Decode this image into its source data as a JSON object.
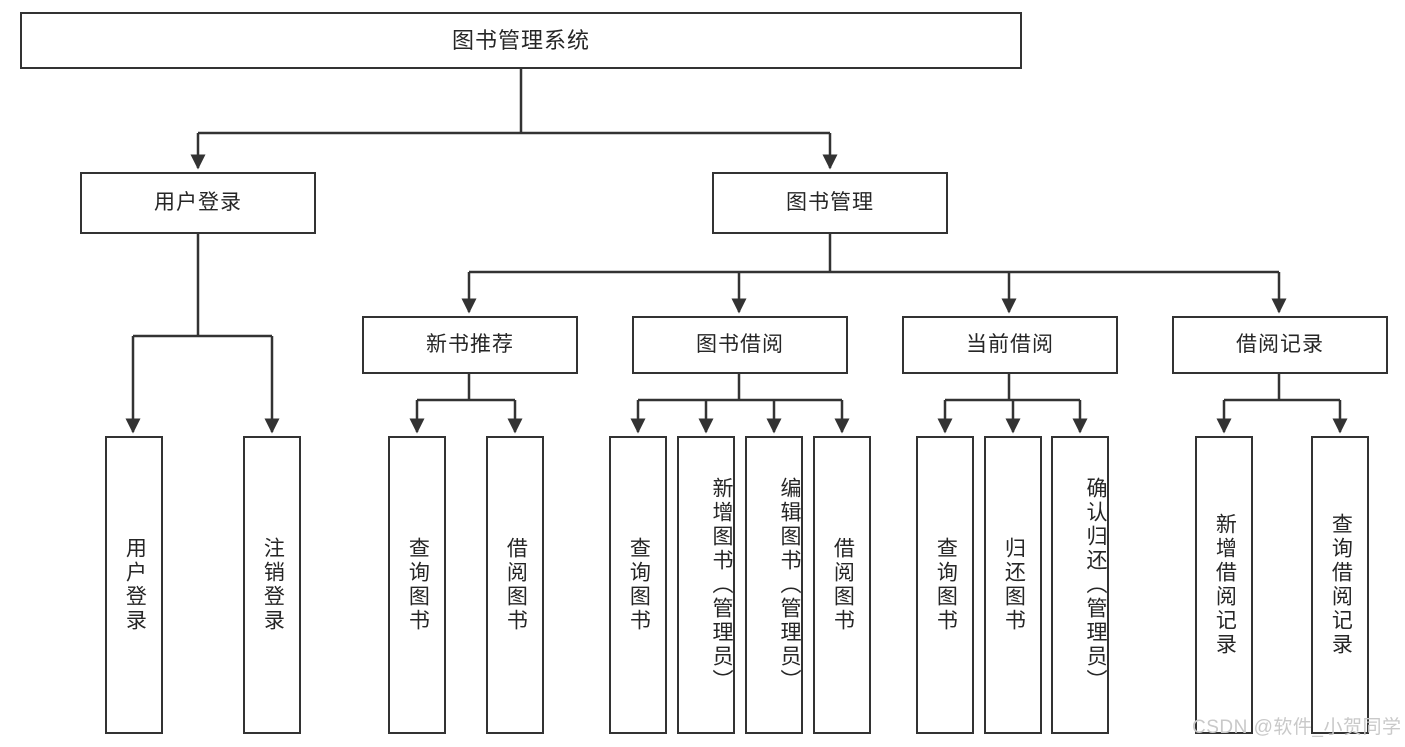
{
  "diagram": {
    "title": "图书管理系统",
    "type": "tree-hierarchy-chart",
    "stroke_color": "#333333",
    "text_color": "#262626",
    "background_color": "#ffffff"
  },
  "nodes": {
    "root": {
      "label": "图书管理系统"
    },
    "level1": [
      {
        "id": "user-login",
        "label": "用户登录"
      },
      {
        "id": "book-management",
        "label": "图书管理"
      }
    ],
    "level2": [
      {
        "id": "new-book-recommend",
        "label": "新书推荐"
      },
      {
        "id": "book-borrow",
        "label": "图书借阅"
      },
      {
        "id": "current-borrow",
        "label": "当前借阅"
      },
      {
        "id": "borrow-record",
        "label": "借阅记录"
      }
    ],
    "leaves": {
      "user_login": [
        {
          "id": "leaf-user-login",
          "label": "用户登录"
        },
        {
          "id": "leaf-logout-login",
          "label": "注销登录"
        }
      ],
      "new_book_recommend": [
        {
          "id": "leaf-query-book-1",
          "label": "查询图书"
        },
        {
          "id": "leaf-borrow-book-1",
          "label": "借阅图书"
        }
      ],
      "book_borrow": [
        {
          "id": "leaf-query-book-2",
          "label": "查询图书"
        },
        {
          "id": "leaf-add-book-admin",
          "label": "新增图书（管理员）"
        },
        {
          "id": "leaf-edit-book-admin",
          "label": "编辑图书（管理员）"
        },
        {
          "id": "leaf-borrow-book-2",
          "label": "借阅图书"
        }
      ],
      "current_borrow": [
        {
          "id": "leaf-query-book-3",
          "label": "查询图书"
        },
        {
          "id": "leaf-return-book",
          "label": "归还图书"
        },
        {
          "id": "leaf-confirm-return-admin",
          "label": "确认归还（管理员）"
        }
      ],
      "borrow_record": [
        {
          "id": "leaf-add-borrow-record",
          "label": "新增借阅记录"
        },
        {
          "id": "leaf-query-borrow-record",
          "label": "查询借阅记录"
        }
      ]
    }
  },
  "watermark": {
    "text": "CSDN @软件_小贺同学"
  }
}
